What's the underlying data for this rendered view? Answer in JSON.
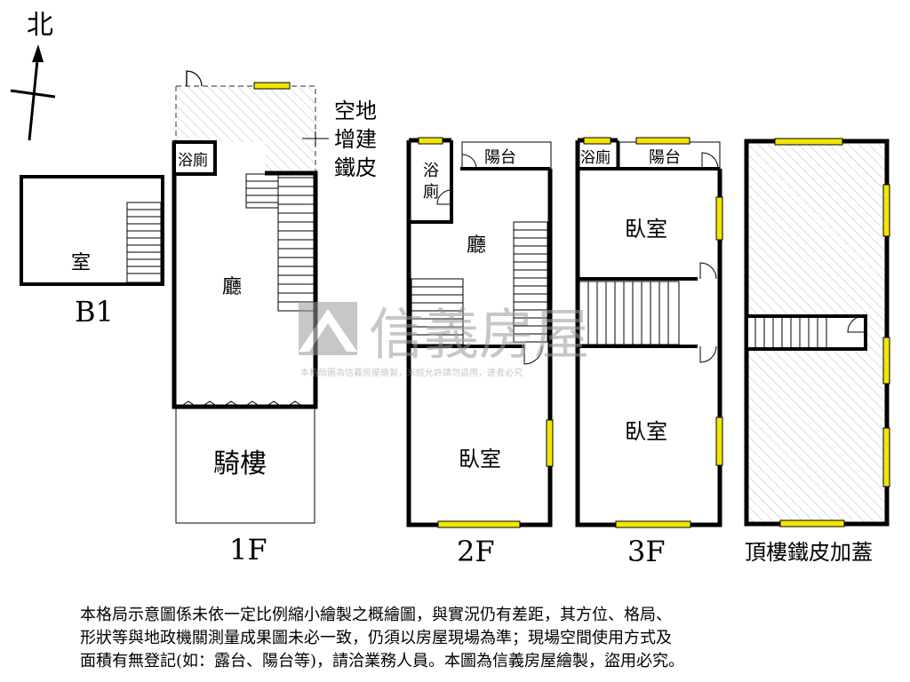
{
  "compass": {
    "label": "北"
  },
  "floors": [
    {
      "id": "b1",
      "caption": "B1",
      "rooms": [
        "室"
      ]
    },
    {
      "id": "1f",
      "caption": "1F",
      "rooms": [
        "廳",
        "浴廁",
        "騎樓"
      ],
      "notes": [
        "空地",
        "增建",
        "鐵皮"
      ]
    },
    {
      "id": "2f",
      "caption": "2F",
      "rooms": [
        "浴",
        "廁",
        "陽台",
        "廳",
        "臥室"
      ]
    },
    {
      "id": "3f",
      "caption": "3F",
      "rooms": [
        "浴廁",
        "陽台",
        "臥室",
        "臥室"
      ]
    },
    {
      "id": "roof",
      "caption": "頂樓鐵皮加蓋",
      "rooms": []
    }
  ],
  "watermark": {
    "brand": "信義房屋",
    "notice": "本格局圖為信義房屋繪製，未經允許請勿盜用，違者必究"
  },
  "disclaimer": [
    "本格局示意圖係未依一定比例縮小繪製之概繪圖，與實況仍有差距，其方位、格局、",
    "形狀等與地政機關測量成果圖未必一致，仍須以房屋現場為準；現場空間使用方式及",
    "面積有無登記(如：露台、陽台等)，請洽業務人員。本圖為信義房屋繪製，盜用必究。"
  ],
  "colors": {
    "wall": "#000000",
    "window": "#f2e600",
    "hatch": "#bdbdbd",
    "watermark": "#9a9a9a"
  }
}
